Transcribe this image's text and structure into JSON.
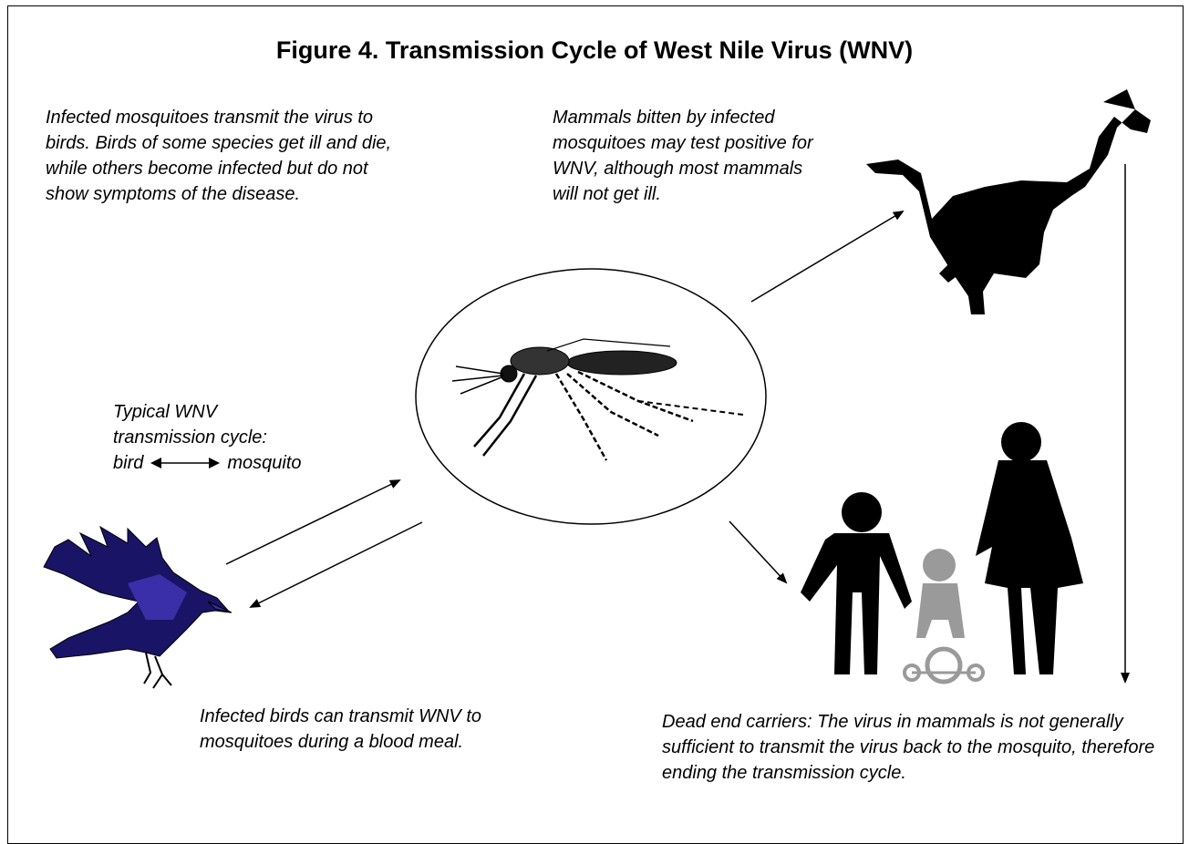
{
  "figure": {
    "title": "Figure 4.  Transmission Cycle of West Nile Virus (WNV)"
  },
  "captions": {
    "birds_infected": "Infected mosquitoes transmit the virus to birds. Birds of some species get ill and die, while others become infected but do not show symptoms of the disease.",
    "mammals_bitten": "Mammals bitten by infected mosquitoes may test positive for WNV, although most mammals will not get ill.",
    "typical_cycle_line1": "Typical WNV",
    "typical_cycle_line2": "transmission cycle:",
    "cycle_left": "bird",
    "cycle_right": "mosquito",
    "blood_meal": "Infected birds can transmit WNV to mosquitoes during a blood meal.",
    "dead_end": "Dead end carriers: The virus in mammals is not generally sufficient to transmit the virus back to the mosquito, therefore ending the transmission cycle."
  },
  "illustrations": {
    "mosquito": "mosquito-illustration",
    "horse": "horse-silhouette",
    "bird": "crow-illustration",
    "family": "family-silhouette"
  },
  "colors": {
    "ink": "#000000",
    "bird_blue": "#3a2fa8",
    "child_gray": "#9a9a9a"
  }
}
